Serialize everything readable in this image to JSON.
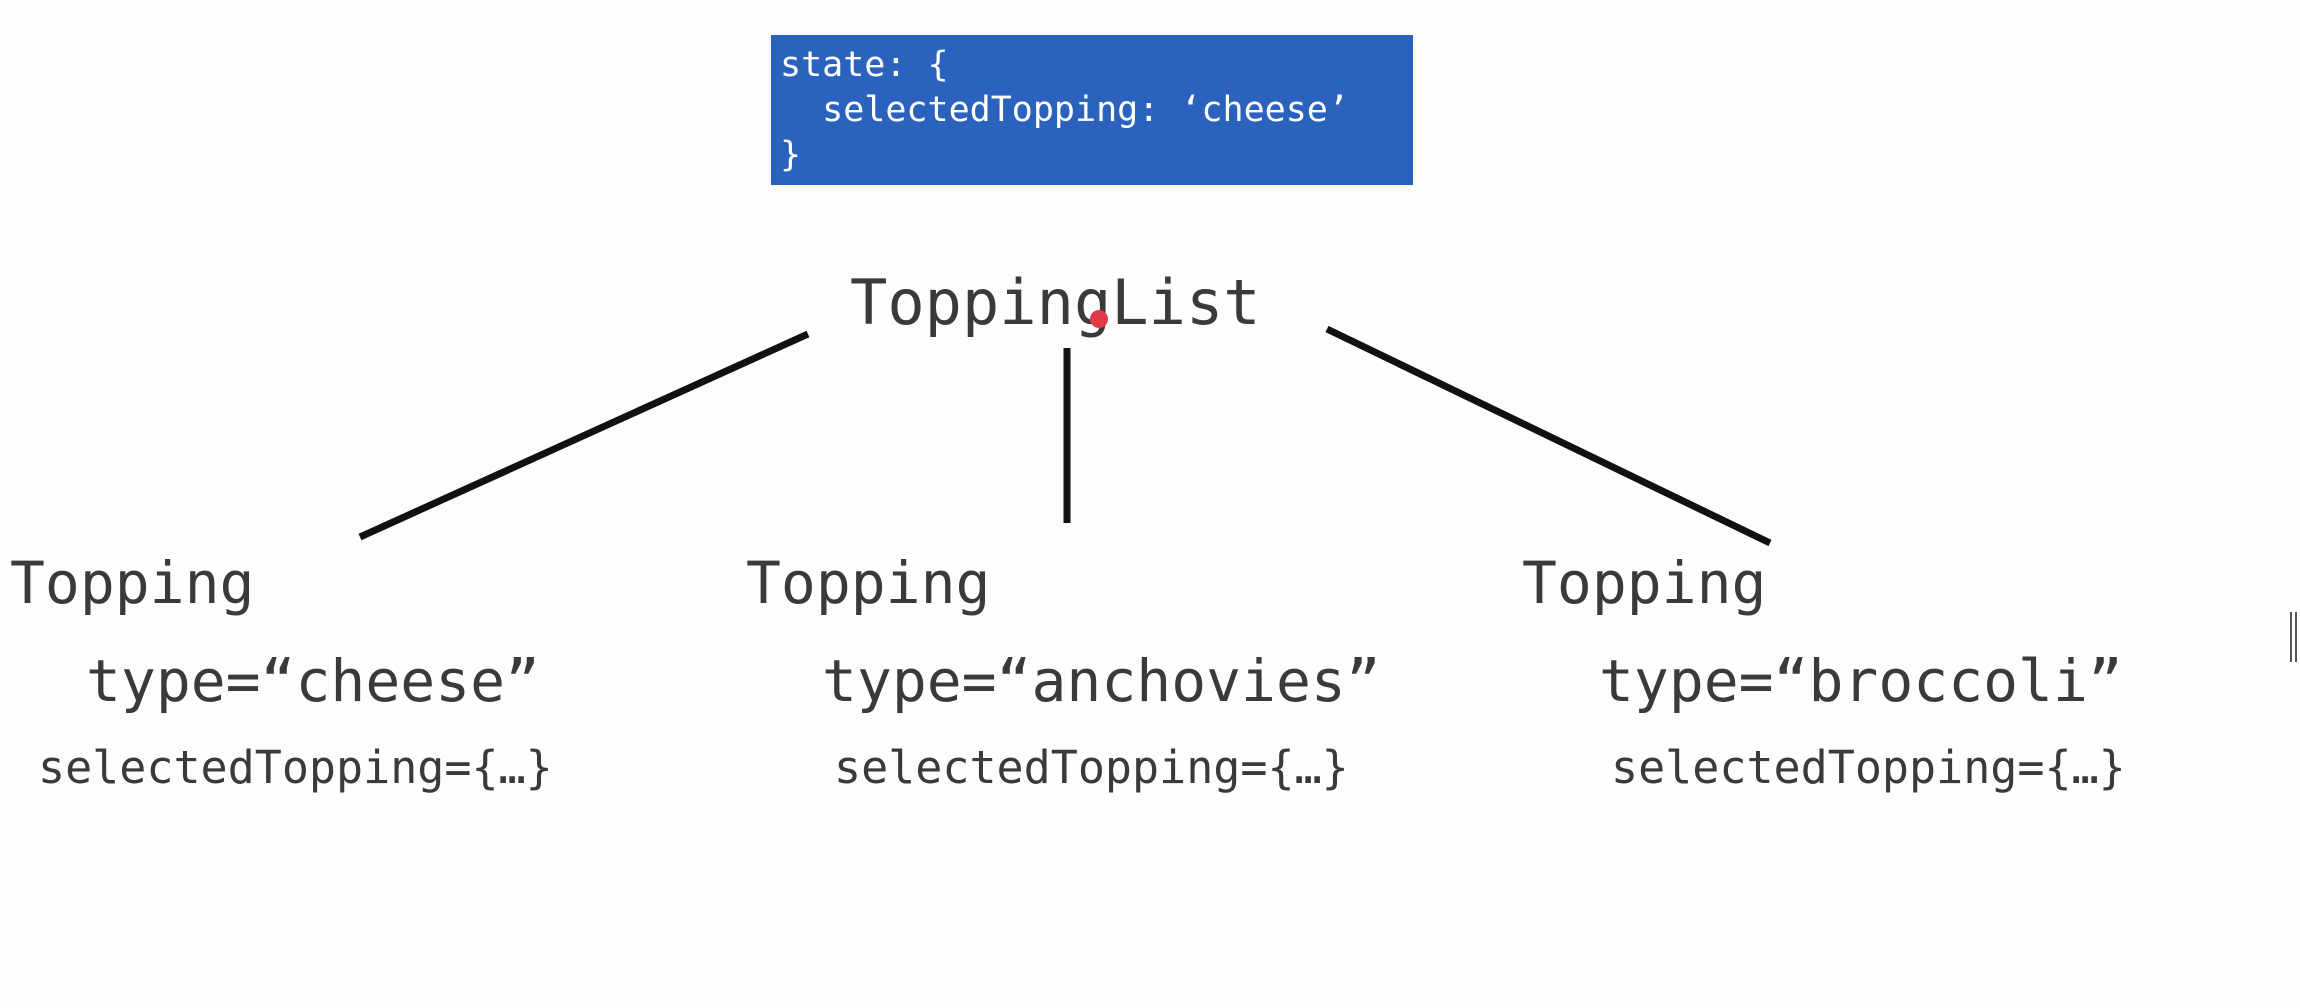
{
  "state_box": {
    "line1": "state: {",
    "line2": "  selectedTopping: ‘cheese’",
    "line3": "}",
    "color": "#2b62bd"
  },
  "root": {
    "label": "ToppingList"
  },
  "children": [
    {
      "name": "Topping",
      "type_prop": "type=“cheese”",
      "selected_prop": "selectedTopping={…}"
    },
    {
      "name": "Topping",
      "type_prop": "type=“anchovies”",
      "selected_prop": "selectedTopping={…}"
    },
    {
      "name": "Topping",
      "type_prop": "type=“broccoli”",
      "selected_prop": "selectedTopping={…}"
    }
  ],
  "colors": {
    "text": "#3a3a3a",
    "lines": "#111111",
    "pointer": "#e03a4a",
    "background": "#fdfdfd"
  }
}
